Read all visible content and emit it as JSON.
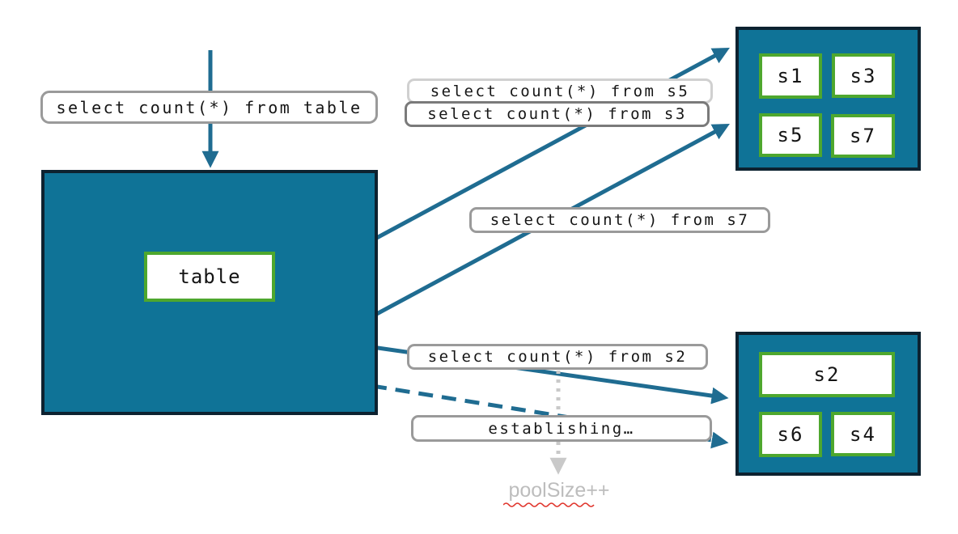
{
  "labels": {
    "query_table": "select count(*) from table",
    "query_s5": "select count(*) from s5",
    "query_s3": "select count(*) from s3",
    "query_s7": "select count(*) from s7",
    "query_s2": "select count(*) from s2",
    "establishing": "establishing…",
    "pool_note": "poolSize++"
  },
  "main_table": {
    "label": "table"
  },
  "shard_groups": {
    "top": {
      "shards": [
        "s1",
        "s3",
        "s5",
        "s7"
      ]
    },
    "bottom": {
      "shards": [
        "s2",
        "s6",
        "s4"
      ]
    }
  },
  "colors": {
    "box_fill": "#0f7397",
    "box_border": "#0d2230",
    "shard_border": "#4ea72e",
    "arrow_teal": "#1f6c91",
    "label_border": "#9a9a9a",
    "label_border_light": "#d0d0d0",
    "label_border_dark": "#7a7a7a",
    "dotted_gray": "#c9c9c9",
    "note_gray": "#bdbdbd",
    "squiggle_red": "#e0342b"
  }
}
